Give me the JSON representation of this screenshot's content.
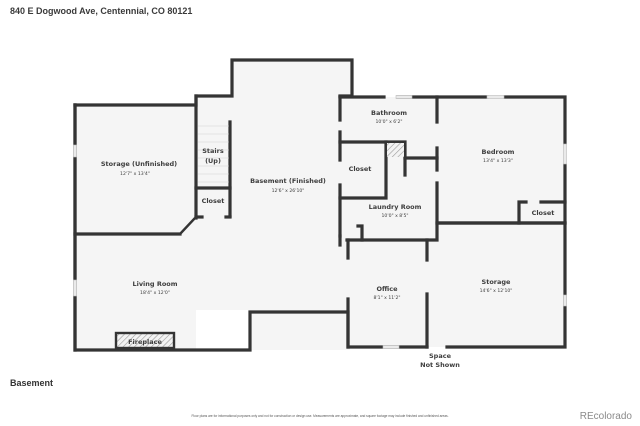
{
  "header": {
    "address": "840 E Dogwood Ave, Centennial, CO 80121"
  },
  "floor_plan": {
    "floor_label": "Basement",
    "rooms": [
      {
        "name": "Storage (Unfinished)",
        "dimensions": "12'7\" x 13'4\""
      },
      {
        "name": "Stairs",
        "name2": "(Up)"
      },
      {
        "name": "Closet"
      },
      {
        "name": "Basement (Finished)",
        "dimensions": "12'6\" x 26'10\""
      },
      {
        "name": "Bathroom",
        "dimensions": "10'0\" x 6'2\""
      },
      {
        "name": "Closet"
      },
      {
        "name": "Laundry Room",
        "dimensions": "10'0\" x 8'5\""
      },
      {
        "name": "Bedroom",
        "dimensions": "13'4\" x 13'3\""
      },
      {
        "name": "Closet"
      },
      {
        "name": "Living Room",
        "dimensions": "18'4\" x 12'0\""
      },
      {
        "name": "Fireplace"
      },
      {
        "name": "Office",
        "dimensions": "8'1\" x 11'2\""
      },
      {
        "name": "Storage",
        "dimensions": "14'6\" x 12'10\""
      }
    ],
    "annotation": {
      "line1": "Space",
      "line2": "Not Shown"
    }
  },
  "footer": {
    "disclaimer": "Floor plans are for informational purposes only and not for construction or design use. Measurements are approximate, and square footage may include finished and unfinished areas.",
    "brand": "REcolorado"
  },
  "colors": {
    "wall": "#343434",
    "floor": "#f5f5f5",
    "text": "#3d3d3d",
    "brand": "#8a8a8a"
  }
}
